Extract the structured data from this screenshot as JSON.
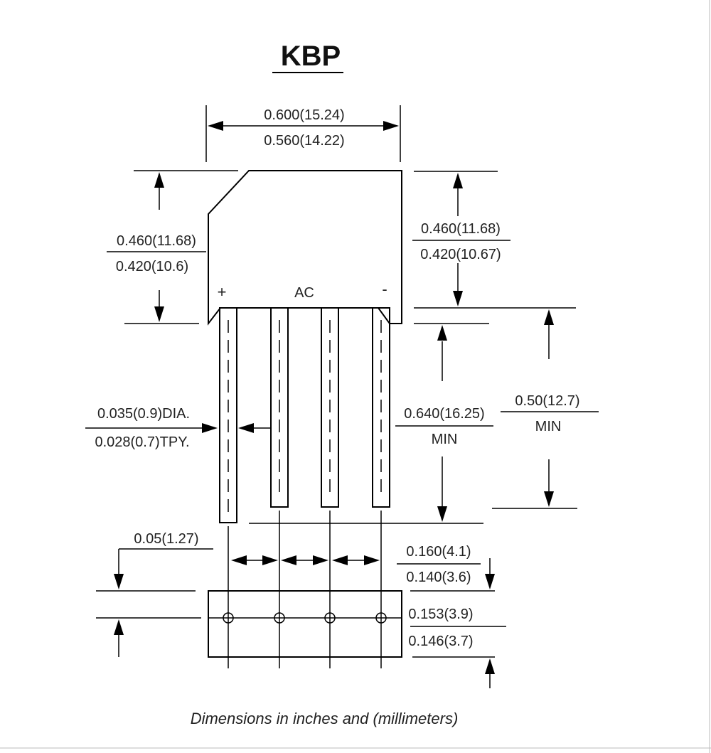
{
  "title": "KBP",
  "caption": "Dimensions in inches and (millimeters)",
  "pin_labels": {
    "plus": "+",
    "ac": "AC",
    "minus": "-"
  },
  "dimensions": {
    "body_width": {
      "max": "0.600(15.24)",
      "min": "0.560(14.22)"
    },
    "body_height_left": {
      "max": "0.460(11.68)",
      "min": "0.420(10.6)"
    },
    "body_height_right": {
      "max": "0.460(11.68)",
      "min": "0.420(10.67)"
    },
    "lead_diameter": {
      "max": "0.035(0.9)DIA.",
      "min": "0.028(0.7)TPY."
    },
    "lead_length_inner": {
      "max": "0.640(16.25)",
      "min": "MIN"
    },
    "lead_length_outer": {
      "max": "0.50(12.7)",
      "min": "MIN"
    },
    "side_offset": {
      "value": "0.05(1.27)"
    },
    "pin_pitch": {
      "max": "0.160(4.1)",
      "min": "0.140(3.6)"
    },
    "side_thickness": {
      "max": "0.153(3.9)",
      "min": "0.146(3.7)"
    }
  }
}
